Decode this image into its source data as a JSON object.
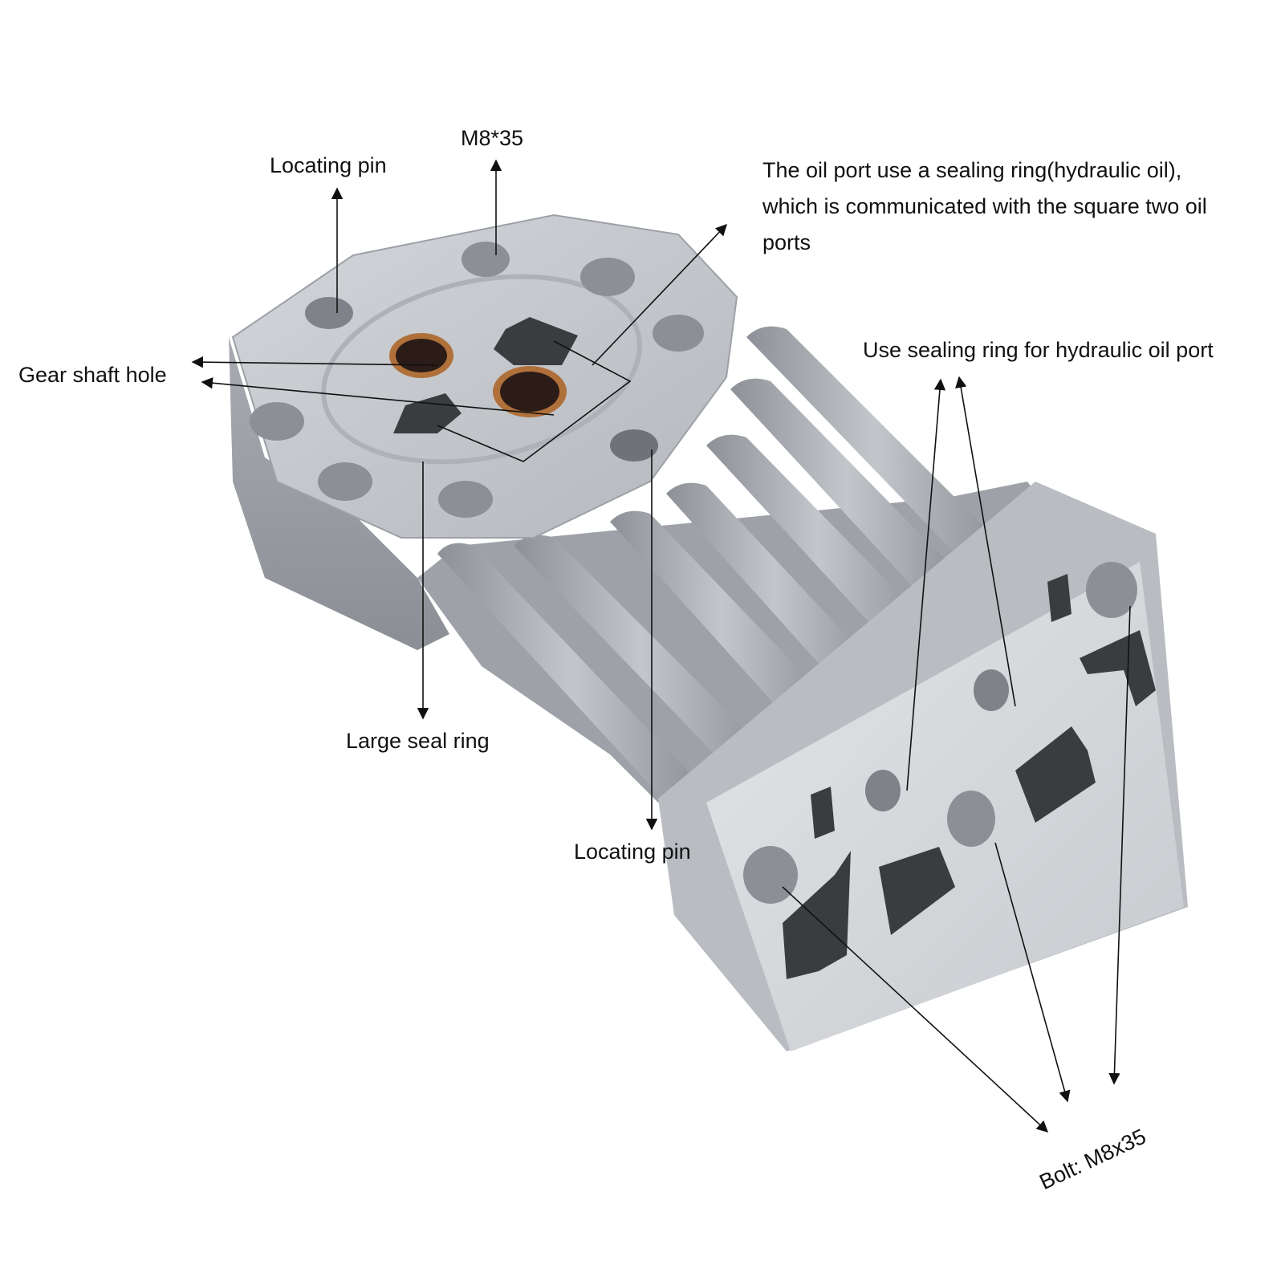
{
  "labels": {
    "m8_35": "M8*35",
    "locating_pin_top": "Locating pin",
    "oil_port_note": "The oil port use a sealing ring(hydraulic oil), which is communicated with the square two oil ports",
    "gear_shaft_hole": "Gear shaft hole",
    "use_sealing_ring": "Use sealing ring for hydraulic oil port",
    "large_seal_ring": "Large seal ring",
    "locating_pin_bottom": "Locating pin",
    "bolt": "Bolt: M8x35"
  },
  "colors": {
    "metal_light": "#c9ccd1",
    "metal_mid": "#a9adb3",
    "metal_dark": "#7d8187",
    "hole_dark": "#3a3c40",
    "bronze": "#b0703a",
    "line": "#111111"
  }
}
